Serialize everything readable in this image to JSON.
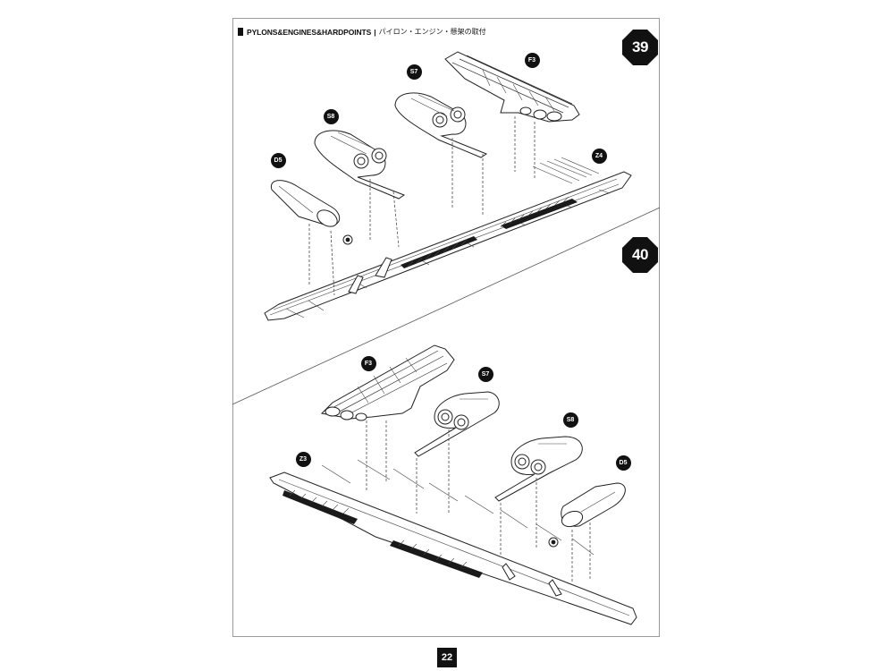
{
  "header": {
    "title_en": "PYLONS&ENGINES&HARDPOINTS",
    "separator": "|",
    "title_jp": "パイロン・エンジン・懸架の取付"
  },
  "steps": [
    {
      "number": "39",
      "parts": [
        "F3",
        "S7",
        "S8",
        "D5",
        "Z4"
      ]
    },
    {
      "number": "40",
      "parts": [
        "F3",
        "S7",
        "S8",
        "D5",
        "Z3"
      ]
    }
  ],
  "page_number": "22"
}
